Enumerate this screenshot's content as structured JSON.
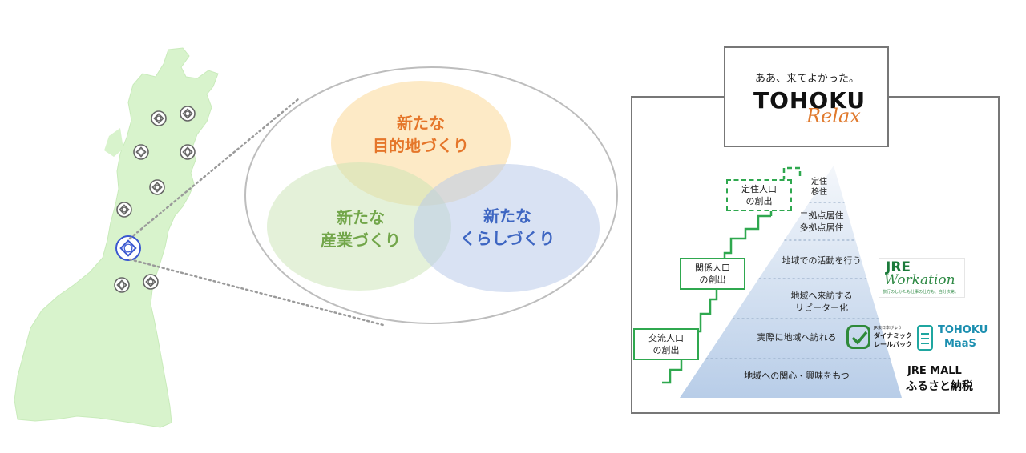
{
  "venn": {
    "circle_top": "新たな\n目的地づくり",
    "circle_left": "新たな\n産業づくり",
    "circle_right": "新たな\nくらしづくり"
  },
  "logo": {
    "tagline": "ああ、来てよかった。",
    "name": "TOHOKU",
    "script": "Relax"
  },
  "pyramid": {
    "levels": [
      "定住\n移住",
      "二拠点居住\n多拠点居住",
      "地域での活動を行う",
      "地域へ来訪する\nリピーター化",
      "実際に地域へ訪れる",
      "地域への関心・興味をもつ"
    ]
  },
  "side_labels": {
    "settle": "定住人口\nの創出",
    "relation": "関係人口\nの創出",
    "exchange": "交流人口\nの創出"
  },
  "brands": {
    "workation_title": "JRE",
    "workation_script": "Workation",
    "workation_sub": "旅行のしかたも仕事の仕方も、自分次第。",
    "railpack_small": "JR東日本びゅう",
    "railpack_line1": "ダイナミック",
    "railpack_line2": "レールパック",
    "maas_line1": "TOHOKU",
    "maas_line2": "MaaS",
    "mall_line1": "JRE MALL",
    "mall_line2": "ふるさと納税"
  },
  "colors": {
    "map_fill": "#d9f3cf",
    "map_marker": "#666666",
    "map_highlight": "#3a57d0",
    "venn_orange": "#e5762a",
    "venn_green": "#72a64a",
    "venn_blue": "#3e66c2",
    "pyramid_top": "#f2f6fb",
    "pyramid_bottom": "#b9cfe8",
    "accent_green": "#2fa84f"
  }
}
